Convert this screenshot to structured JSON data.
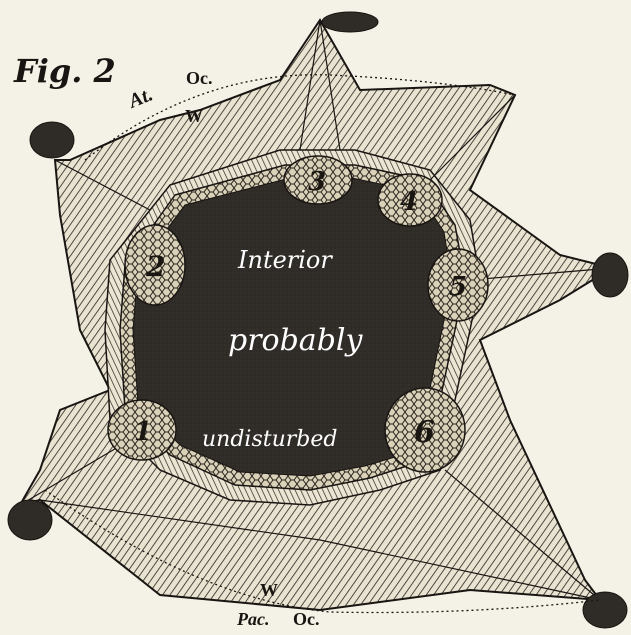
{
  "figure": {
    "title": "Fig. 2",
    "interior_lines": [
      "Interior",
      "probably",
      "undisturbed"
    ],
    "labels": {
      "top_at": "At.",
      "top_oc": "Oc.",
      "top_w": "W",
      "bottom_pac": "Pac.",
      "bottom_oc": "Oc.",
      "bottom_w": "W"
    },
    "chambers": [
      "1",
      "2",
      "3",
      "4",
      "5",
      "6"
    ]
  },
  "colors": {
    "paper": "#f4f1e6",
    "ink": "#181512",
    "interior": "#2e2a26",
    "chamber_fill": "#cfc6ac"
  }
}
